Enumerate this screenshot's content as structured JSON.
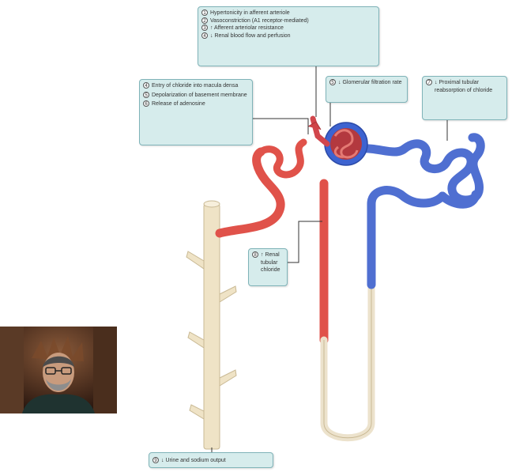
{
  "diagram": {
    "box_top": [
      {
        "num": "1",
        "text": "Hypertonicity in afferent arteriole"
      },
      {
        "num": "2",
        "text": "Vasoconstriction (A1 receptor-mediated)"
      },
      {
        "num": "3",
        "text": "↑ Afferent arteriolar resistance"
      },
      {
        "num": "4",
        "text": "↓ Renal blood flow and perfusion"
      }
    ],
    "box_left": [
      {
        "num": "4",
        "text": "Entry of chloride into macula densa"
      },
      {
        "num": "5",
        "text": "Depolarization of basement membrane"
      },
      {
        "num": "6",
        "text": "Release of adenosine"
      }
    ],
    "box_gfr": {
      "num": "5",
      "text": "↓ Glomerular filtration rate"
    },
    "box_proximal": {
      "num": "7",
      "text": "↓ Proximal tubular reabsorption of chloride"
    },
    "box_renal": {
      "num": "8",
      "text": "↑ Renal tubular chloride"
    },
    "box_output": {
      "num": "9",
      "text": "↓ Urine and sodium output"
    },
    "colors": {
      "callout_bg": "#d6ecec",
      "callout_border": "#7fb3b8",
      "tubule_red": "#e0524a",
      "tubule_blue": "#4f6fd1",
      "loop_beige": "#ece2cc",
      "collecting_duct": "#efe3c6"
    }
  },
  "webcam": {
    "icon": "presenter-video"
  }
}
